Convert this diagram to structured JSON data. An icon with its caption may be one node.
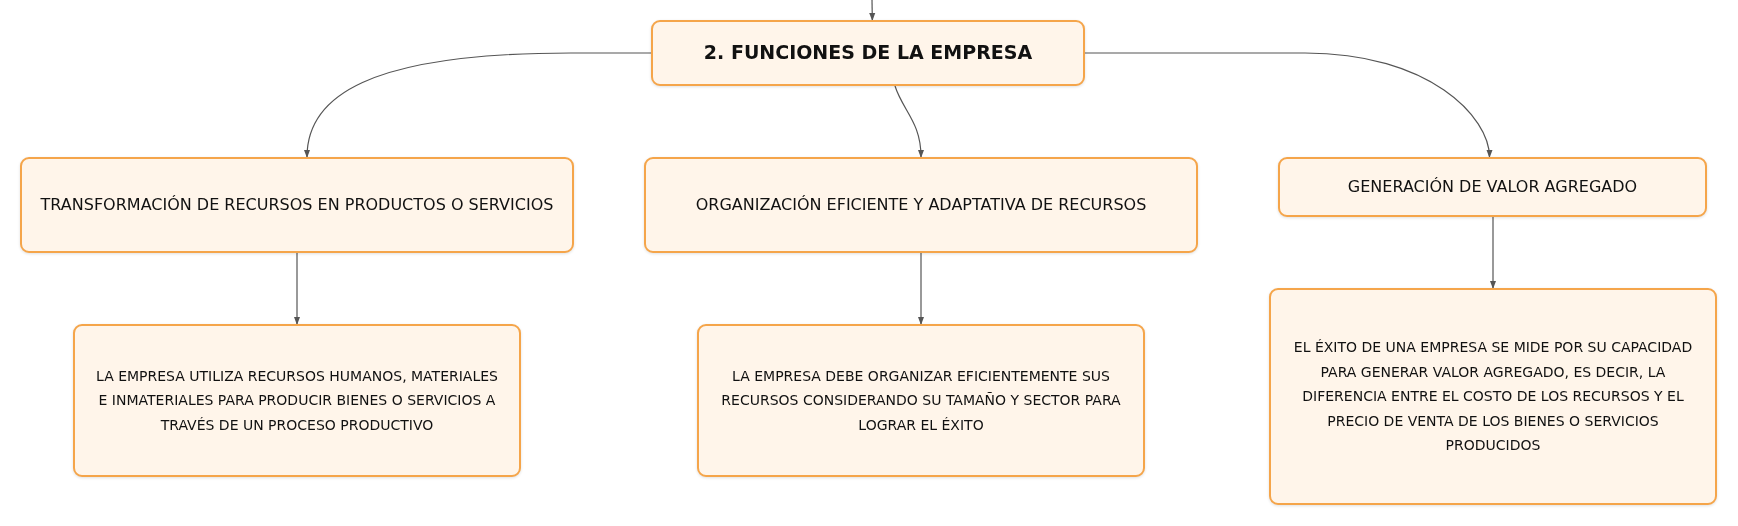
{
  "diagram": {
    "nodes": [
      {
        "text": [
          "2. FUNCIONES DE LA EMPRESA"
        ]
      },
      {
        "text": [
          "TRANSFORMACIÓN DE RECURSOS EN PRODUCTOS O SERVICIOS"
        ]
      },
      {
        "text": [
          "ORGANIZACIÓN EFICIENTE Y ADAPTATIVA DE RECURSOS"
        ]
      },
      {
        "text": [
          "GENERACIÓN DE VALOR AGREGADO"
        ]
      },
      {
        "text": [
          "LA EMPRESA UTILIZA RECURSOS HUMANOS, MATERIALES E INMATERIALES PARA PRODUCIR BIENES O SERVICIOS A TRAVÉS DE UN PROCESO PRODUCTIVO"
        ]
      },
      {
        "text": [
          "LA EMPRESA DEBE ORGANIZAR EFICIENTEMENTE SUS RECURSOS CONSIDERANDO SU TAMAÑO Y SECTOR PARA LOGRAR EL ÉXITO"
        ]
      },
      {
        "text": [
          "EL ÉXITO DE UNA EMPRESA SE MIDE POR SU CAPACIDAD PARA GENERAR VALOR AGREGADO, ES DECIR, LA DIFERENCIA ENTRE EL COSTO DE LOS RECURSOS Y EL PRECIO DE VENTA DE LOS BIENES O SERVICIOS PRODUCIDOS"
        ]
      }
    ],
    "edges": [
      {
        "from": null,
        "to": 0,
        "arrow": "to"
      },
      {
        "from": 0,
        "to": 1,
        "arrow": "to"
      },
      {
        "from": 0,
        "to": 2,
        "arrow": "to"
      },
      {
        "from": 0,
        "to": 3,
        "arrow": "to"
      },
      {
        "from": 1,
        "to": 4,
        "arrow": "to"
      },
      {
        "from": 2,
        "to": 5,
        "arrow": "to"
      },
      {
        "from": 3,
        "to": 6,
        "arrow": "to"
      }
    ]
  }
}
